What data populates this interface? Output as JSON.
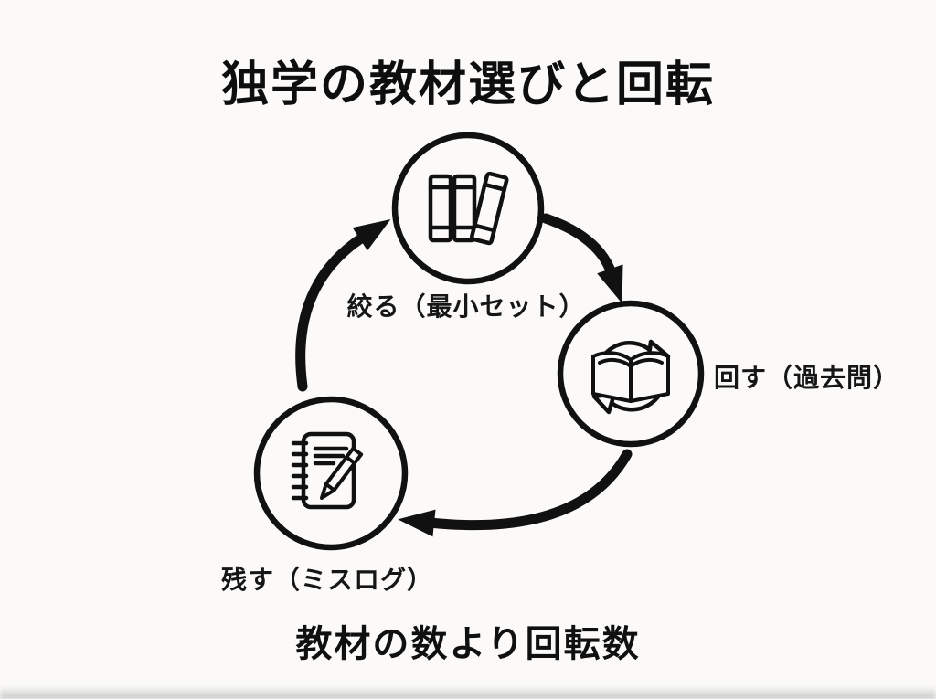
{
  "title": "独学の教材選びと回転",
  "footer": "教材の数より回転数",
  "cycle": {
    "direction": "clockwise",
    "nodes": [
      {
        "id": "narrow",
        "label": "絞る（最小セット）",
        "icon": "books-icon"
      },
      {
        "id": "rotate",
        "label": "回す（過去問）",
        "icon": "book-refresh-icon"
      },
      {
        "id": "keep",
        "label": "残す（ミスログ）",
        "icon": "notebook-pencil-icon"
      }
    ]
  },
  "colors": {
    "ink": "#111111",
    "background": "#fbfaf8"
  }
}
